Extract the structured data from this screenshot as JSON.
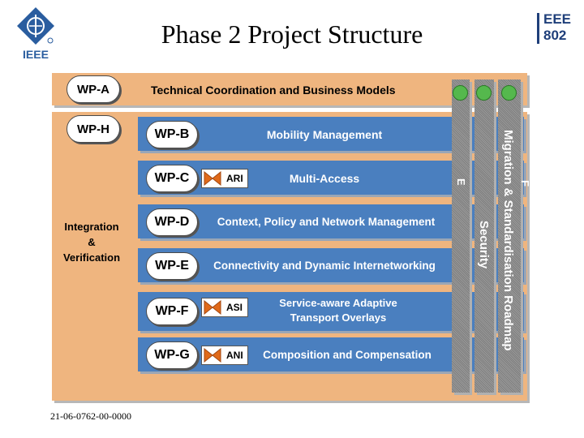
{
  "slide": {
    "title": "Phase 2 Project Structure",
    "footer": "21-06-0762-00-0000",
    "logo_left_text": "IEEE",
    "logo_right_line1": "EEE",
    "logo_right_line2": "802"
  },
  "diagram": {
    "wp_a": {
      "label": "WP-A",
      "title": "Technical Coordination and Business Models"
    },
    "wp_h": {
      "label": "WP-H",
      "title": "Integration & Verification",
      "line1": "Integration",
      "line2": "&",
      "line3": "Verification"
    },
    "packages": [
      {
        "label": "WP-B",
        "title": "Mobility Management"
      },
      {
        "label": "WP-C",
        "title": "Multi-Access",
        "tag": "ARI"
      },
      {
        "label": "WP-D",
        "title": "Context, Policy and Network Management"
      },
      {
        "label": "WP-E",
        "title": "Connectivity and Dynamic Internetworking"
      },
      {
        "label": "WP-F",
        "title_line1": "Service-aware Adaptive",
        "title_line2": "Transport Overlays",
        "tag": "ASI"
      },
      {
        "label": "WP-G",
        "title": "Composition and Compensation",
        "tag": "ANI"
      }
    ],
    "columns": {
      "migration": "Migration & Standardisation Roadmap",
      "security": "Security",
      "fragment_a": "F",
      "fragment_b": "E"
    },
    "colors": {
      "tan": "#efb57f",
      "blue": "#4a7fbf",
      "grey": "#8f8f8f",
      "green": "#55b84d",
      "orange": "#e06a1a"
    }
  }
}
